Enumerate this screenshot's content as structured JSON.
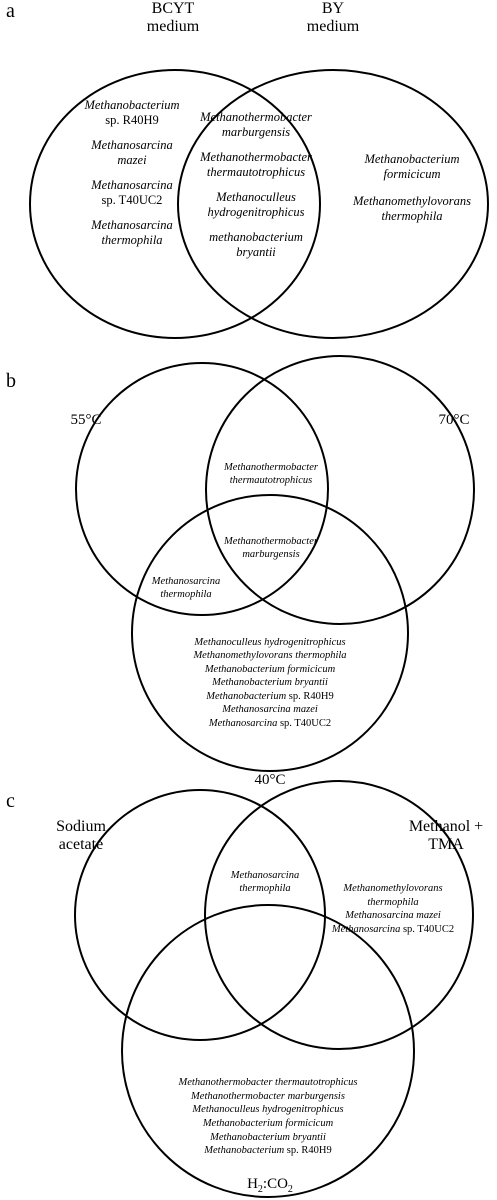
{
  "panels": {
    "a": {
      "letter": "a",
      "sets": [
        "BCYT\nmedium",
        "BY\nmedium"
      ],
      "regions": {
        "bcyt_only": [
          {
            "italic": "Methanobacterium",
            "plain": "sp. R40H9"
          },
          {
            "italic": "Methanosarcina",
            "italic2": "mazei"
          },
          {
            "italic": "Methanosarcina",
            "plain": "sp. T40UC2"
          },
          {
            "italic": "Methanosarcina",
            "italic2": "thermophila"
          }
        ],
        "both": [
          {
            "italic": "Methanothermobacter",
            "italic2": "marburgensis"
          },
          {
            "italic": "Methanothermobacter",
            "italic2": "thermautotrophicus"
          },
          {
            "italic": "Methanoculleus",
            "italic2": "hydrogenitrophicus"
          },
          {
            "italic": "methanobacterium",
            "italic2": "bryantii"
          }
        ],
        "by_only": [
          {
            "italic": "Methanobacterium",
            "italic2": "formicicum"
          },
          {
            "italic": "Methanomethylovorans",
            "italic2": "thermophila"
          }
        ]
      }
    },
    "b": {
      "letter": "b",
      "sets": [
        "55°C",
        "70°C",
        "40°C"
      ],
      "regions": {
        "55_70": [
          "Methanothermobacter",
          "thermautotrophicus"
        ],
        "all_three": [
          "Methanothermobacter",
          "marburgensis"
        ],
        "55_40": [
          "Methanosarcina",
          "thermophila"
        ],
        "40_only": [
          {
            "italic": "Methanoculleus hydrogenitrophicus"
          },
          {
            "italic": "Methanomethylovorans thermophila"
          },
          {
            "italic": "Methanobacterium formicicum"
          },
          {
            "italic": "Methanobacterium bryantii"
          },
          {
            "italic": "Methanobacterium",
            "plain": " sp. R40H9"
          },
          {
            "italic": "Methanosarcina mazei"
          },
          {
            "italic": "Methanosarcina",
            "plain": " sp. T40UC2"
          }
        ]
      }
    },
    "c": {
      "letter": "c",
      "sets": [
        "Sodium\nacetate",
        "Methanol +\nTMA",
        "H2:CO2"
      ],
      "h2co2": {
        "h": "H",
        "sub1": "2",
        "mid": ":CO",
        "sub2": "2"
      },
      "regions": {
        "acetate_methanol": [
          "Methanosarcina",
          "thermophila"
        ],
        "methanol_only": [
          {
            "italic": "Methanomethylovorans"
          },
          {
            "italic": "thermophila"
          },
          {
            "italic": "Methanosarcina mazei"
          },
          {
            "italic": "Methanosarcina",
            "plain": " sp. T40UC2"
          }
        ],
        "h2_only": [
          {
            "italic": "Methanothermobacter thermautotrophicus"
          },
          {
            "italic": "Methanothermobacter marburgensis"
          },
          {
            "italic": "Methanoculleus hydrogenitrophicus"
          },
          {
            "italic": "Methanobacterium formicicum"
          },
          {
            "italic": "Methanobacterium bryantii"
          },
          {
            "italic": "Methanobacterium",
            "plain": " sp. R40H9"
          }
        ]
      }
    }
  }
}
